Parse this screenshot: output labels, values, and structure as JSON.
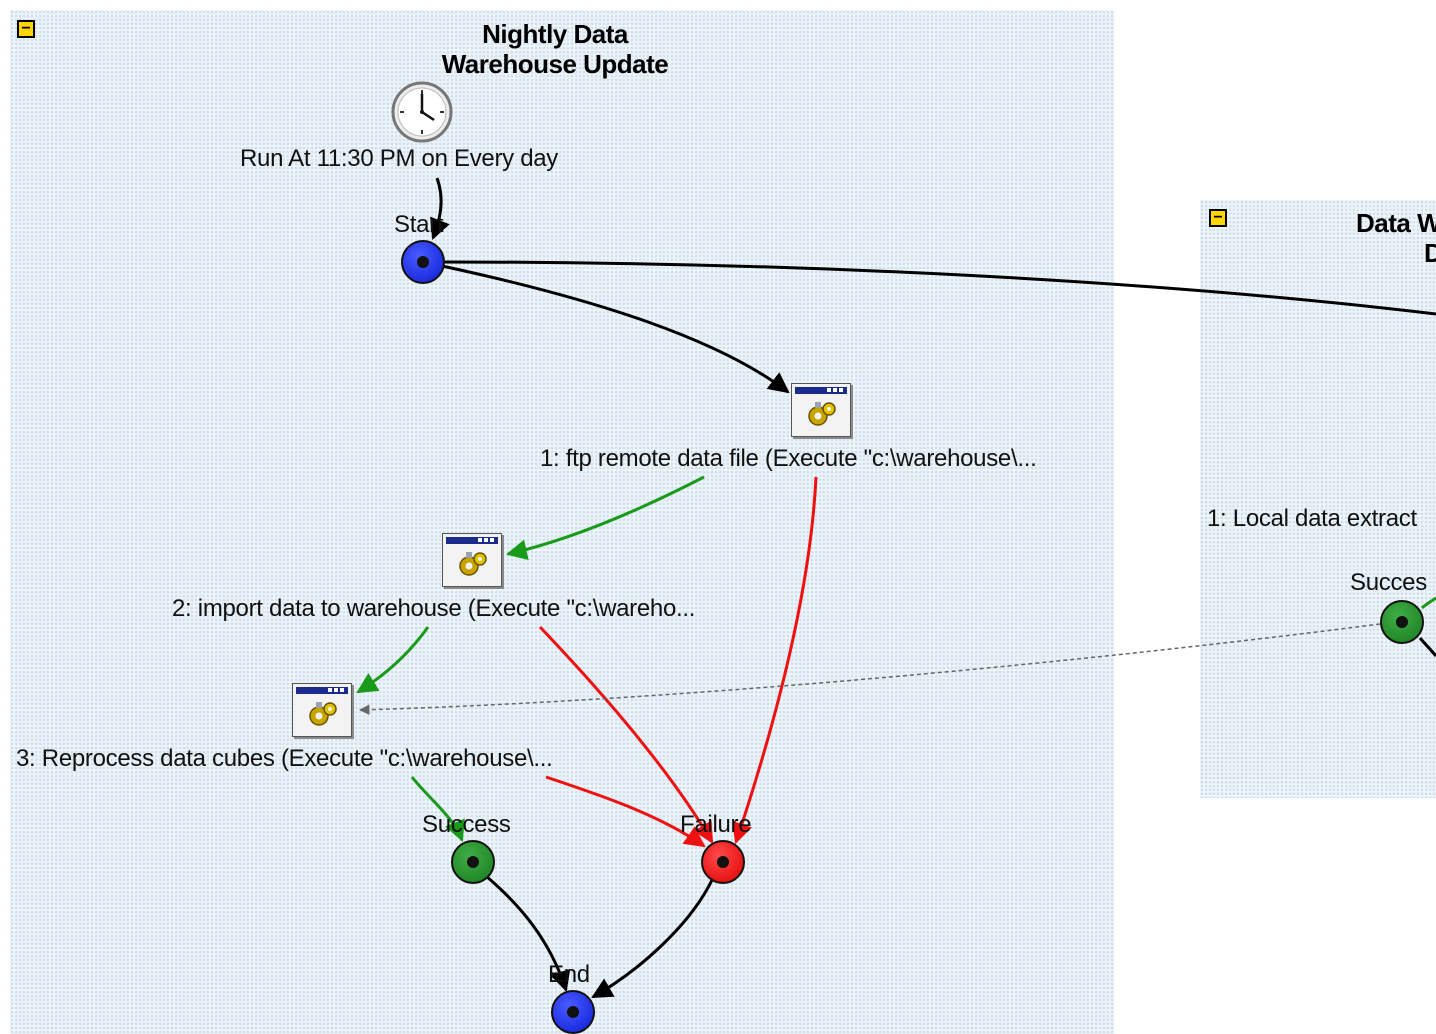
{
  "groups": [
    {
      "title": "Nightly Data Warehouse Update",
      "title_lines": [
        "Nightly Data",
        "Warehouse Update"
      ],
      "collapse_glyph": "−"
    },
    {
      "title_lines": [
        "Data W",
        "D"
      ],
      "collapse_glyph": "−"
    }
  ],
  "schedule": {
    "text": "Run At 11:30 PM on Every day",
    "icon": "clock-icon"
  },
  "nodes": {
    "start": "Start",
    "success": "Success",
    "failure": "Failure",
    "end": "End",
    "second_success": "Succes"
  },
  "tasks": [
    {
      "label": "1: ftp remote data file (Execute \"c:\\warehouse\\...",
      "icon": "execute-task-icon"
    },
    {
      "label": "2: import data to warehouse (Execute \"c:\\wareho...",
      "icon": "execute-task-icon"
    },
    {
      "label": "3: Reprocess data cubes (Execute \"c:\\warehouse\\...",
      "icon": "execute-task-icon"
    }
  ],
  "second_group": {
    "task_label": "1: Local data extract"
  },
  "colors": {
    "panel": "#e8f1f8",
    "success_link": "#1a9a1a",
    "failure_link": "#ee1111",
    "flow_link": "#000000",
    "dependency_link": "#777777",
    "collapse_button": "#ffd400"
  }
}
